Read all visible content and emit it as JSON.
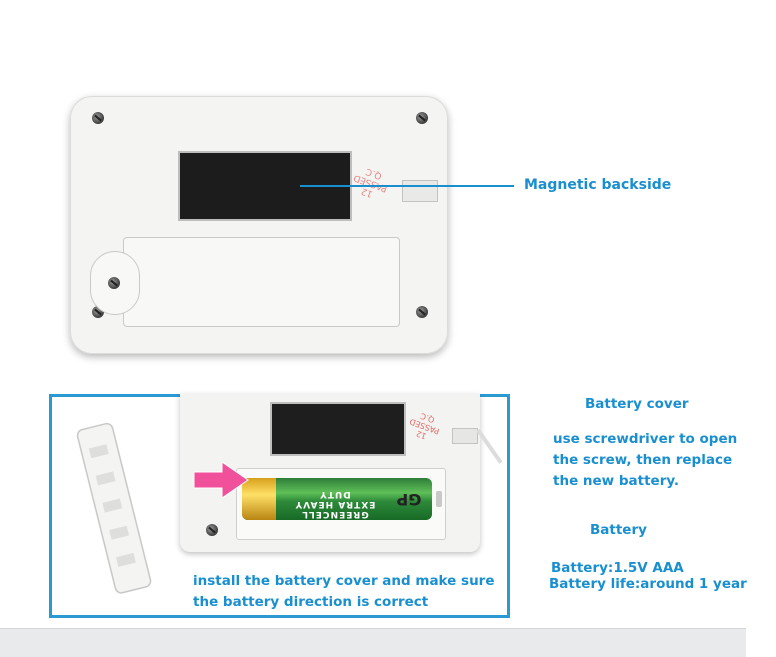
{
  "callouts": {
    "magnetic": "Magnetic backside",
    "battery_cover_title": "Battery cover",
    "battery_cover_body": [
      "use screwdriver to open",
      "the screw, then replace",
      "the new battery."
    ],
    "battery_title": "Battery",
    "battery_spec": "Battery:1.5V AAA",
    "battery_life": "Battery life:around 1 year",
    "install_note": [
      "install the battery cover and make sure",
      "the battery direction is correct"
    ]
  },
  "device": {
    "stamp_text": "12 / PASSED / Q.C",
    "battery_label": "GREENCELL / EXTRA HEAVY DUTY",
    "battery_brand": "GP"
  },
  "colors": {
    "accent": "#1a8fcf",
    "frame": "#2b9ad3",
    "arrow": "#f0519a"
  }
}
